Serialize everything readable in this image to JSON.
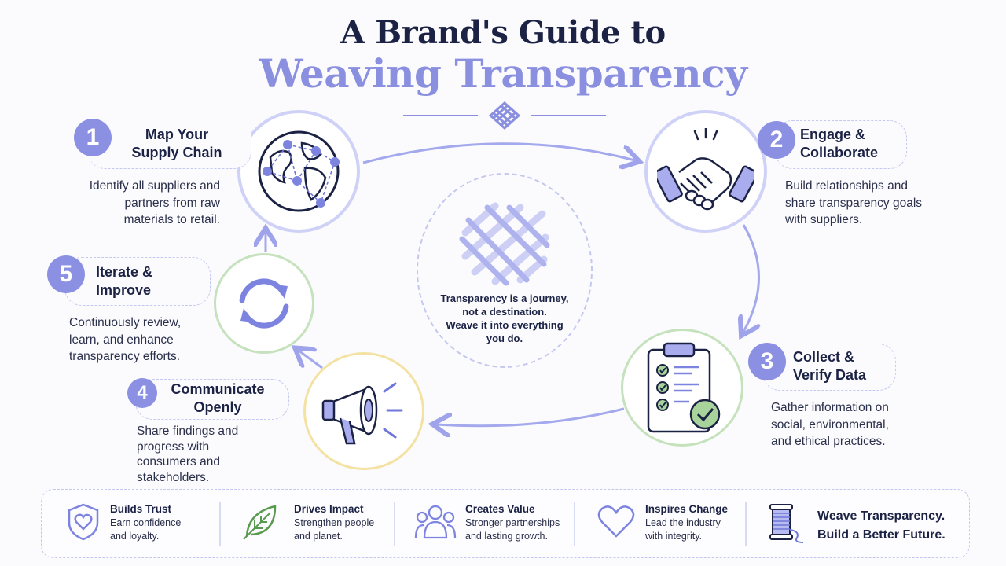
{
  "title": {
    "line1": "A Brand's Guide to",
    "line2": "Weaving Transparency"
  },
  "center": {
    "text_line1": "Transparency is a journey,",
    "text_line2": "not a destination.",
    "text_line3": "Weave it into everything",
    "text_line4": "you do."
  },
  "steps": [
    {
      "number": "1",
      "title_line1": "Map Your",
      "title_line2": "Supply Chain",
      "desc_line1": "Identify all suppliers and",
      "desc_line2": "partners from raw",
      "desc_line3": "materials to retail.",
      "icon": "globe-network-icon"
    },
    {
      "number": "2",
      "title_line1": "Engage &",
      "title_line2": "Collaborate",
      "desc_line1": "Build relationships and",
      "desc_line2": "share transparency goals",
      "desc_line3": "with suppliers.",
      "icon": "handshake-icon"
    },
    {
      "number": "3",
      "title_line1": "Collect &",
      "title_line2": "Verify Data",
      "desc_line1": "Gather information on",
      "desc_line2": "social, environmental,",
      "desc_line3": "and ethical practices.",
      "icon": "clipboard-check-icon"
    },
    {
      "number": "4",
      "title_line1": "Communicate",
      "title_line2": "Openly",
      "desc_line1": "Share findings and",
      "desc_line2": "progress with",
      "desc_line3": "consumers and",
      "desc_line4": "stakeholders.",
      "icon": "megaphone-icon"
    },
    {
      "number": "5",
      "title_line1": "Iterate &",
      "title_line2": "Improve",
      "desc_line1": "Continuously review,",
      "desc_line2": "learn, and enhance",
      "desc_line3": "transparency efforts.",
      "icon": "refresh-cycle-icon"
    }
  ],
  "benefits": [
    {
      "title": "Builds Trust",
      "desc_line1": "Earn confidence",
      "desc_line2": "and loyalty.",
      "icon": "shield-heart-icon"
    },
    {
      "title": "Drives Impact",
      "desc_line1": "Strengthen people",
      "desc_line2": "and planet.",
      "icon": "leaf-icon"
    },
    {
      "title": "Creates Value",
      "desc_line1": "Stronger partnerships",
      "desc_line2": "and lasting growth.",
      "icon": "people-group-icon"
    },
    {
      "title": "Inspires Change",
      "desc_line1": "Lead the industry",
      "desc_line2": "with integrity.",
      "icon": "heart-icon"
    }
  ],
  "cta": {
    "line1": "Weave Transparency.",
    "line2": "Build a Better Future.",
    "icon": "thread-spool-icon"
  },
  "colors": {
    "navy": "#1b2244",
    "lavender": "#8b90e3",
    "green": "#a8d49b",
    "yellow": "#f3df9a"
  }
}
